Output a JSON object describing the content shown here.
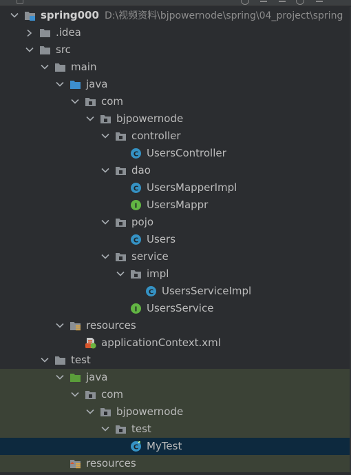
{
  "colors": {
    "background": "#2b2d30",
    "test_background": "#3b4236",
    "selected_background": "#0d293e",
    "folder_gray": "#8a8f94",
    "folder_blue": "#3d8fcf",
    "folder_green": "#5a9d3a",
    "class_icon": "#3592c4",
    "interface_icon": "#62b543"
  },
  "tree": [
    {
      "label": "spring000",
      "path": "D:\\视频资料\\bjpowernode\\spring\\04_project\\spring",
      "depth": 0,
      "chevron": "down",
      "icon": "module-icon",
      "bold": true
    },
    {
      "label": ".idea",
      "depth": 1,
      "chevron": "right",
      "icon": "folder-icon"
    },
    {
      "label": "src",
      "depth": 1,
      "chevron": "down",
      "icon": "folder-icon"
    },
    {
      "label": "main",
      "depth": 2,
      "chevron": "down",
      "icon": "folder-icon"
    },
    {
      "label": "java",
      "depth": 3,
      "chevron": "down",
      "icon": "source-folder-icon"
    },
    {
      "label": "com",
      "depth": 4,
      "chevron": "down",
      "icon": "package-icon"
    },
    {
      "label": "bjpowernode",
      "depth": 5,
      "chevron": "down",
      "icon": "package-icon"
    },
    {
      "label": "controller",
      "depth": 6,
      "chevron": "down",
      "icon": "package-icon"
    },
    {
      "label": "UsersController",
      "depth": 7,
      "chevron": "",
      "icon": "class-icon"
    },
    {
      "label": "dao",
      "depth": 6,
      "chevron": "down",
      "icon": "package-icon"
    },
    {
      "label": "UsersMapperImpl",
      "depth": 7,
      "chevron": "",
      "icon": "class-icon"
    },
    {
      "label": "UsersMappr",
      "depth": 7,
      "chevron": "",
      "icon": "interface-icon"
    },
    {
      "label": "pojo",
      "depth": 6,
      "chevron": "down",
      "icon": "package-icon"
    },
    {
      "label": "Users",
      "depth": 7,
      "chevron": "",
      "icon": "class-icon"
    },
    {
      "label": "service",
      "depth": 6,
      "chevron": "down",
      "icon": "package-icon"
    },
    {
      "label": "impl",
      "depth": 7,
      "chevron": "down",
      "icon": "package-icon"
    },
    {
      "label": "UsersServiceImpl",
      "depth": 8,
      "chevron": "",
      "icon": "class-icon"
    },
    {
      "label": "UsersService",
      "depth": 7,
      "chevron": "",
      "icon": "interface-icon"
    },
    {
      "label": "resources",
      "depth": 3,
      "chevron": "down",
      "icon": "resources-folder-icon"
    },
    {
      "label": "applicationContext.xml",
      "depth": 4,
      "chevron": "",
      "icon": "spring-xml-icon"
    },
    {
      "label": "test",
      "depth": 2,
      "chevron": "down",
      "icon": "folder-icon"
    },
    {
      "label": "java",
      "depth": 3,
      "chevron": "down",
      "icon": "test-source-folder-icon",
      "test": true
    },
    {
      "label": "com",
      "depth": 4,
      "chevron": "down",
      "icon": "package-icon",
      "test": true
    },
    {
      "label": "bjpowernode",
      "depth": 5,
      "chevron": "down",
      "icon": "package-icon",
      "test": true
    },
    {
      "label": "test",
      "depth": 6,
      "chevron": "down",
      "icon": "package-icon",
      "test": true
    },
    {
      "label": "MyTest",
      "depth": 7,
      "chevron": "",
      "icon": "test-class-icon",
      "test": true,
      "selected": true
    },
    {
      "label": "resources",
      "depth": 3,
      "chevron": "",
      "icon": "test-resources-folder-icon",
      "test": true
    }
  ]
}
